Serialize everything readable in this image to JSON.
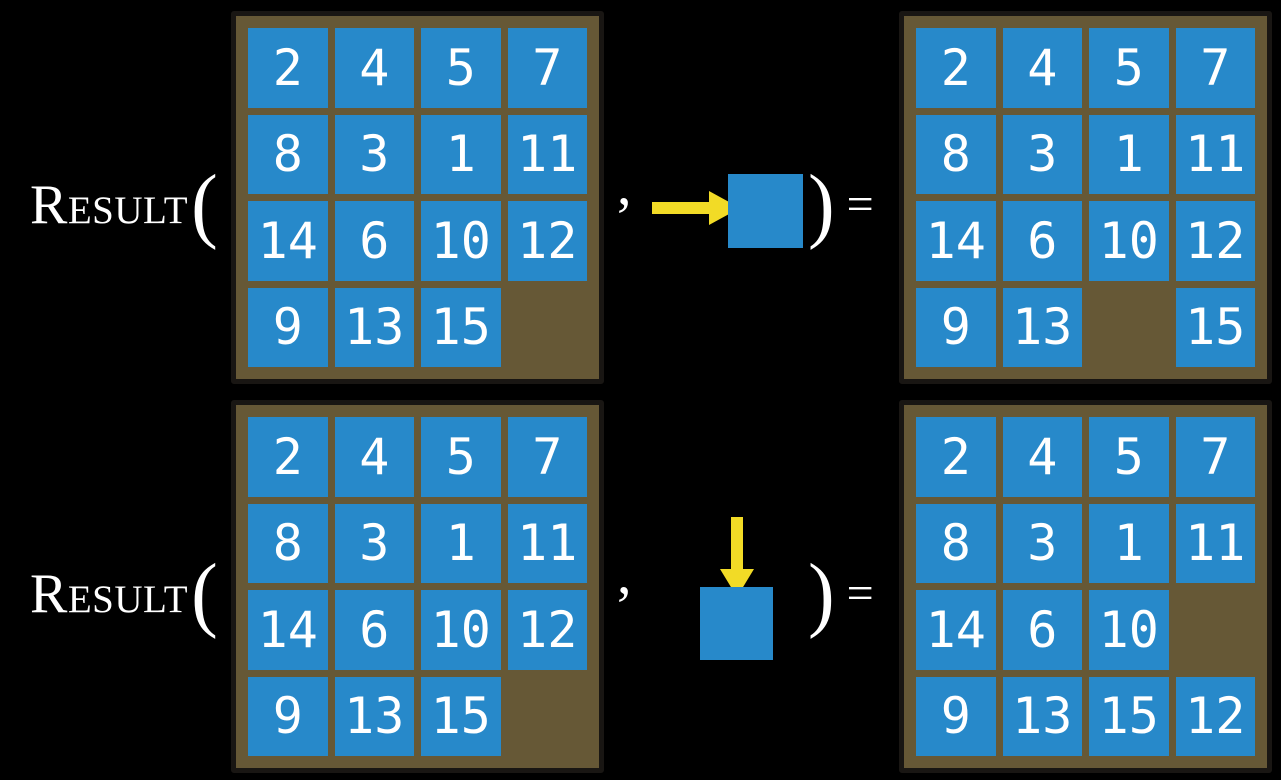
{
  "colors": {
    "background": "#000000",
    "tile": "#2789CA",
    "board": "#665836",
    "arrow": "#F2DB26",
    "text": "#FFFFFF"
  },
  "rows": [
    {
      "function_name": "Result",
      "open_paren": "(",
      "comma": ",",
      "action": {
        "direction": "right",
        "icon": "right-arrow-icon"
      },
      "close_paren": ")",
      "equals": "=",
      "before": [
        [
          2,
          4,
          5,
          7
        ],
        [
          8,
          3,
          1,
          11
        ],
        [
          14,
          6,
          10,
          12
        ],
        [
          9,
          13,
          15,
          null
        ]
      ],
      "after": [
        [
          2,
          4,
          5,
          7
        ],
        [
          8,
          3,
          1,
          11
        ],
        [
          14,
          6,
          10,
          12
        ],
        [
          9,
          13,
          null,
          15
        ]
      ]
    },
    {
      "function_name": "Result",
      "open_paren": "(",
      "comma": ",",
      "action": {
        "direction": "down",
        "icon": "down-arrow-icon"
      },
      "close_paren": ")",
      "equals": "=",
      "before": [
        [
          2,
          4,
          5,
          7
        ],
        [
          8,
          3,
          1,
          11
        ],
        [
          14,
          6,
          10,
          12
        ],
        [
          9,
          13,
          15,
          null
        ]
      ],
      "after": [
        [
          2,
          4,
          5,
          7
        ],
        [
          8,
          3,
          1,
          11
        ],
        [
          14,
          6,
          10,
          null
        ],
        [
          9,
          13,
          15,
          12
        ]
      ]
    }
  ]
}
